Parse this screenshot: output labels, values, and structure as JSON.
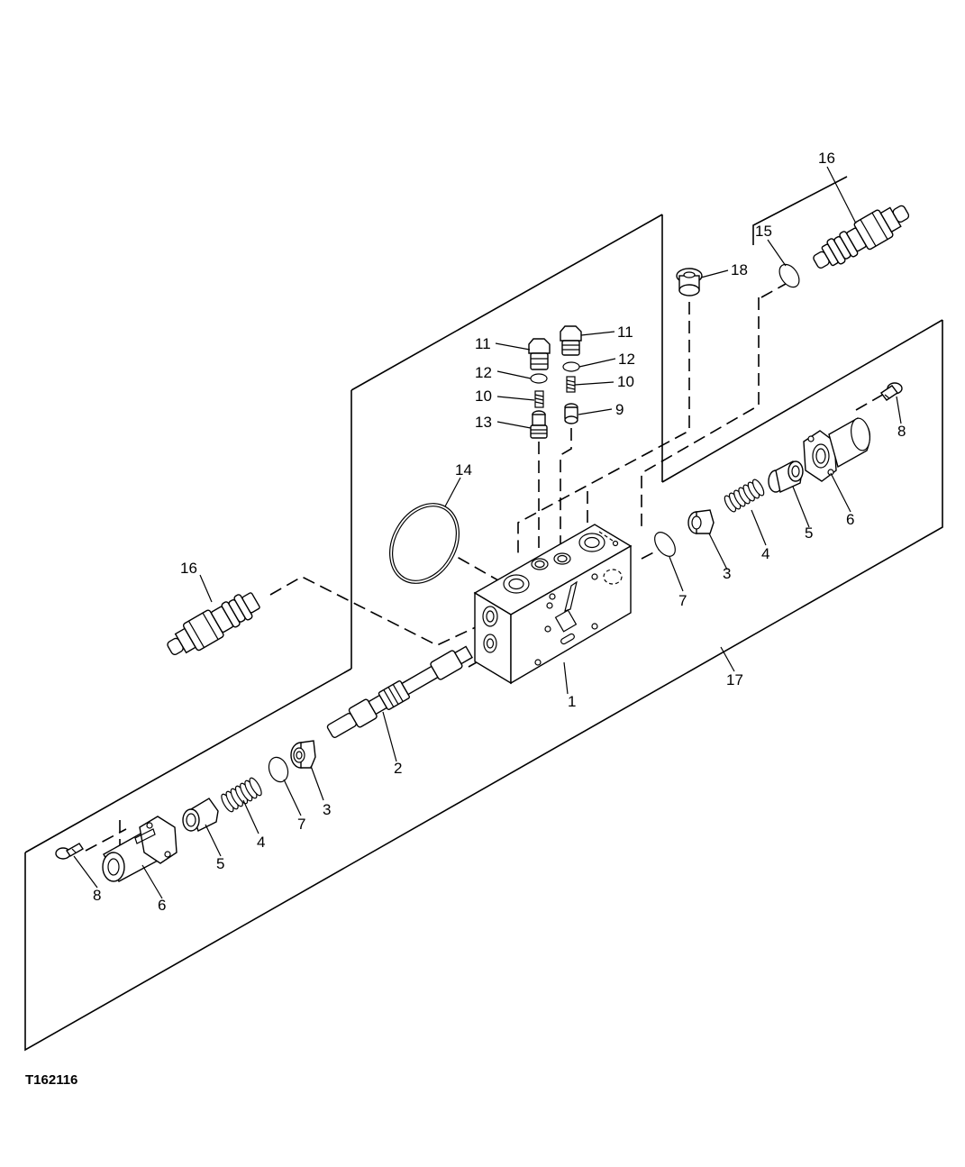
{
  "figure_id": "T162116",
  "callouts": {
    "c1": "1",
    "c2": "2",
    "c3a": "3",
    "c3b": "3",
    "c4a": "4",
    "c4b": "4",
    "c5a": "5",
    "c5b": "5",
    "c6a": "6",
    "c6b": "6",
    "c7a": "7",
    "c7b": "7",
    "c8a": "8",
    "c8b": "8",
    "c9": "9",
    "c10a": "10",
    "c10b": "10",
    "c11a": "11",
    "c11b": "11",
    "c12a": "12",
    "c12b": "12",
    "c13": "13",
    "c14": "14",
    "c15": "15",
    "c16a": "16",
    "c16b": "16",
    "c17": "17",
    "c18": "18"
  }
}
